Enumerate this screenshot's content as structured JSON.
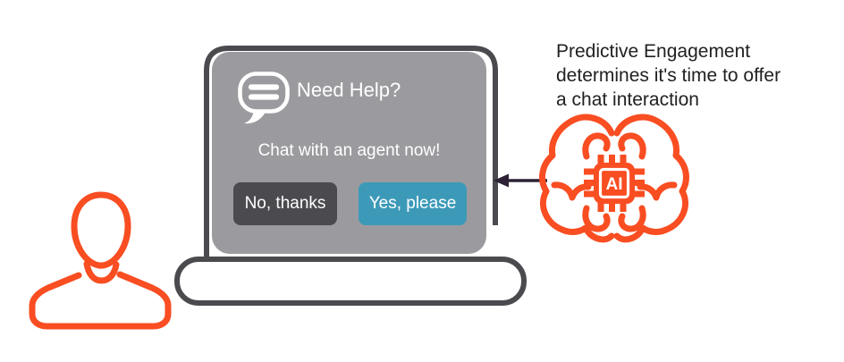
{
  "colors": {
    "orange": "#F94D22",
    "dark-gray": "#4A4A4F",
    "panel-gray": "#9B9B9F",
    "teal": "#3C9AB8",
    "arrow": "#2D2235",
    "text": "#212121",
    "white": "#FFFFFF"
  },
  "chat_panel": {
    "title": "Need Help?",
    "message": "Chat with an agent now!",
    "decline_label": "No, thanks",
    "accept_label": "Yes, please"
  },
  "brain": {
    "chip_label": "AI"
  },
  "caption": {
    "lines": [
      "Predictive Engagement",
      "determines it's time to offer",
      "a chat interaction"
    ]
  },
  "icons": {
    "user": "user-icon",
    "laptop": "laptop-icon",
    "chat_bubble": "chat-bubble-icon",
    "ai_brain": "ai-brain-icon",
    "arrow": "arrow-left-icon"
  }
}
